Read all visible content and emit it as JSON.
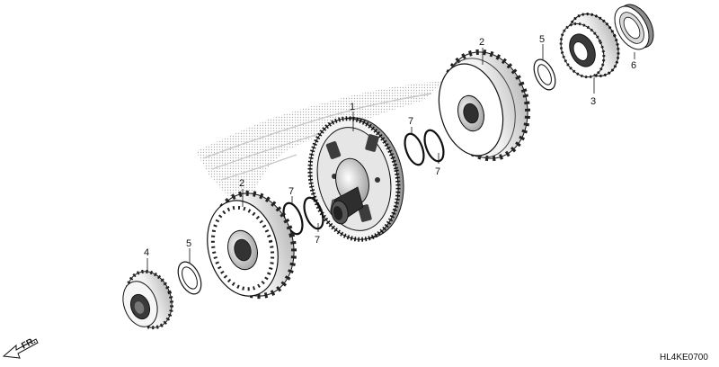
{
  "diagram": {
    "callouts": [
      {
        "id": "c1",
        "part": "1",
        "label": "1"
      },
      {
        "id": "c2a",
        "part": "2",
        "label": "2"
      },
      {
        "id": "c2b",
        "part": "2",
        "label": "2"
      },
      {
        "id": "c3",
        "part": "3",
        "label": "3"
      },
      {
        "id": "c4",
        "part": "4",
        "label": "4"
      },
      {
        "id": "c5a",
        "part": "5",
        "label": "5"
      },
      {
        "id": "c5b",
        "part": "5",
        "label": "5"
      },
      {
        "id": "c6",
        "part": "6",
        "label": "6"
      },
      {
        "id": "c7a",
        "part": "7",
        "label": "7"
      },
      {
        "id": "c7b",
        "part": "7",
        "label": "7"
      },
      {
        "id": "c7c",
        "part": "7",
        "label": "7"
      },
      {
        "id": "c7d",
        "part": "7",
        "label": "7"
      }
    ],
    "direction_label": "FR.",
    "diagram_code": "HL4KE0700"
  },
  "colors": {
    "line": "#111111",
    "shade": "#777777",
    "dark": "#333333",
    "watermark": "#b8b8b8",
    "background": "#ffffff"
  }
}
